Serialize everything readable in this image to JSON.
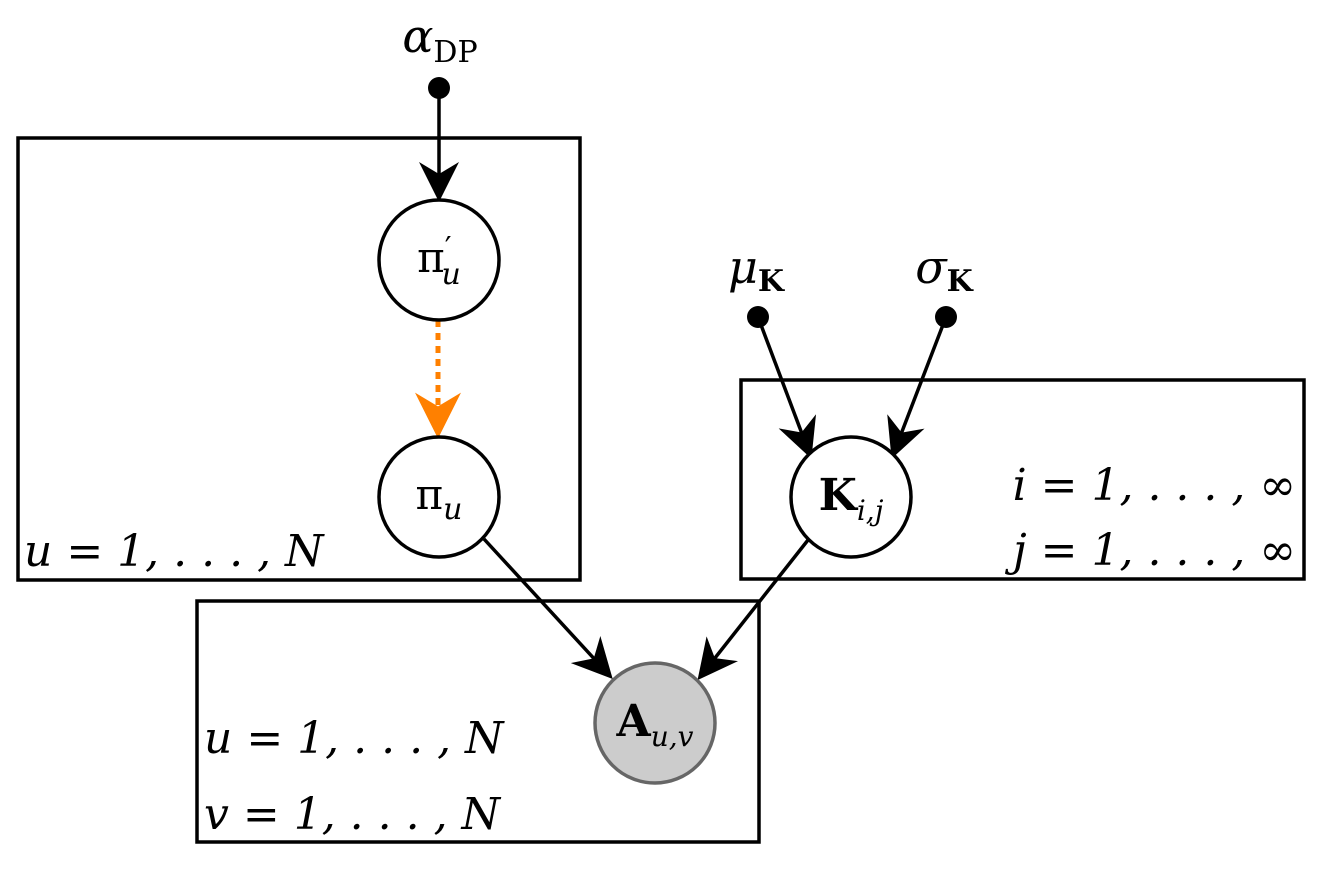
{
  "colors": {
    "line": "#000000",
    "dashed_edge": "#ff8000",
    "observed_fill": "#cccccc",
    "observed_stroke": "#666666"
  },
  "hyperparameters": {
    "alpha": {
      "symbol": "α",
      "sub": "DP"
    },
    "mu": {
      "symbol": "μ",
      "sub": "K"
    },
    "sigma": {
      "symbol": "σ",
      "sub": "K"
    }
  },
  "nodes": {
    "pi_prime": {
      "symbol": "π",
      "prime": "′",
      "sub": "u"
    },
    "pi": {
      "symbol": "π",
      "sub": "u"
    },
    "K": {
      "symbol": "K",
      "sub": "i,j"
    },
    "A": {
      "symbol": "A",
      "sub": "u,v",
      "observed": true
    }
  },
  "plates": {
    "user": {
      "lines": [
        "u = 1, . . . , N"
      ]
    },
    "kernel": {
      "lines": [
        "i = 1, . . . , ∞",
        "j = 1, . . . , ∞"
      ]
    },
    "adjacency": {
      "lines": [
        "u = 1, . . . , N",
        "v = 1, . . . , N"
      ]
    }
  }
}
